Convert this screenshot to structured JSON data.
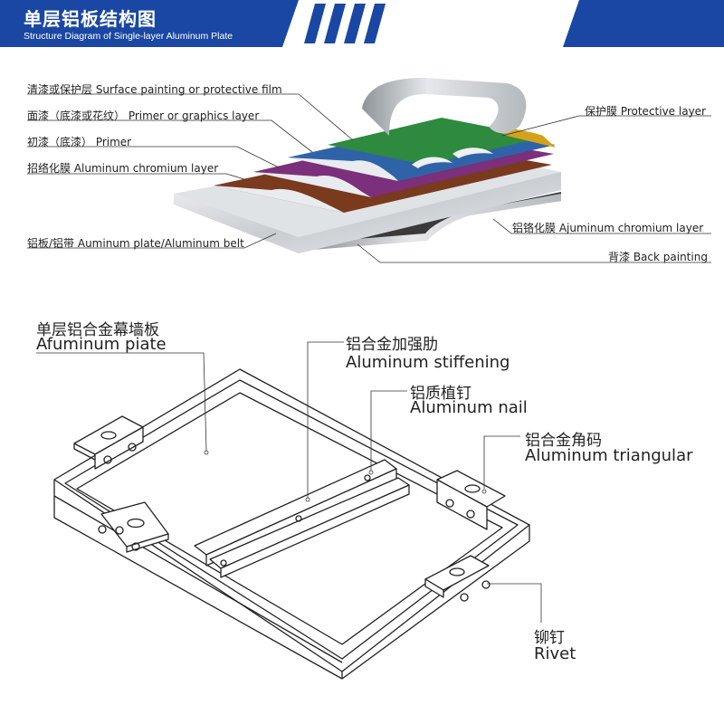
{
  "header": {
    "title": "单层铝板结构图",
    "subtitle": "Structure Diagram of Single-layer Aluminum Plate",
    "colors": {
      "blue": "#1a47a3",
      "light_blue": "#3b6fd1"
    }
  },
  "layers_diagram": {
    "left_labels": [
      "清漆或保护层 Surface painting or protective film",
      "面漆（底漆或花纹） Primer or graphics layer",
      "初漆（底漆） Primer",
      "招络化膜 Aluminum chromium layer",
      "铝板/铝带  Auminum plate/Aluminum belt"
    ],
    "right_labels": [
      "保护膜 Protective layer",
      "铝铬化膜 Ajuminum chromium layer",
      "背漆 Back painting"
    ],
    "layer_colors": [
      "#cfd3d6",
      "#7a3a1e",
      "#7c2f7a",
      "#2f63a8",
      "#2e8a3e",
      "#d4a21a",
      "#a8aeb3"
    ]
  },
  "panel_diagram": {
    "labels": {
      "plate_cn": "单层铝合金幕墙板",
      "plate_en": "Afuminum piate",
      "stiffening_cn": "铝合金加强肋",
      "stiffening_en": "Aluminum stiffening",
      "nail_cn": "铝质植钉",
      "nail_en": "Aluminum nail",
      "triangular_cn": "铝合金角码",
      "triangular_en": "Aluminum triangular",
      "rivet_cn": "铆钉",
      "rivet_en": "Rivet"
    }
  }
}
